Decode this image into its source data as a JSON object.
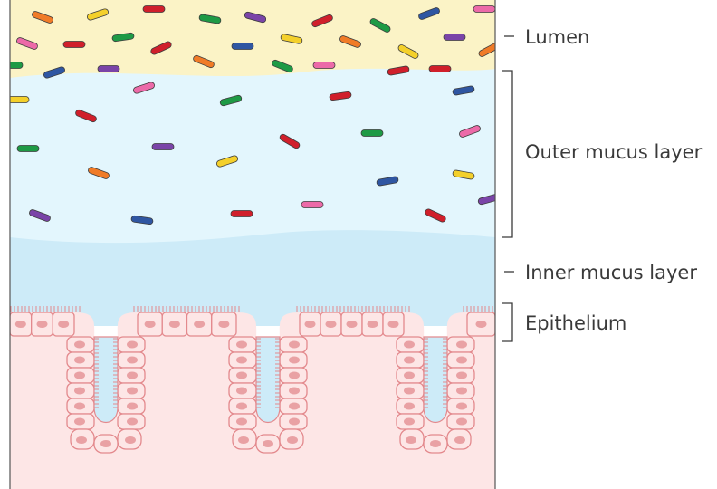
{
  "labels": {
    "lumen": "Lumen",
    "outer_mucus": "Outer mucus layer",
    "inner_mucus": "Inner mucus layer",
    "epithelium": "Epithelium"
  },
  "colors": {
    "lumen": "#fbf3c6",
    "outer_mucus": "#e3f6fd",
    "inner_mucus": "#cdebf8",
    "tissue": "#fde6e6",
    "cell_fill": "#fde6e6",
    "cell_stroke": "#e3898d",
    "nucleus": "#e9a1a4",
    "bacteria": [
      "#f07b27",
      "#f4d02b",
      "#1e9a45",
      "#7a44a8",
      "#d01f2b",
      "#ec6aa8",
      "#2f56a2"
    ]
  },
  "bacteria_icon": "rod-shaped-bacterium",
  "crypt_count": 3
}
